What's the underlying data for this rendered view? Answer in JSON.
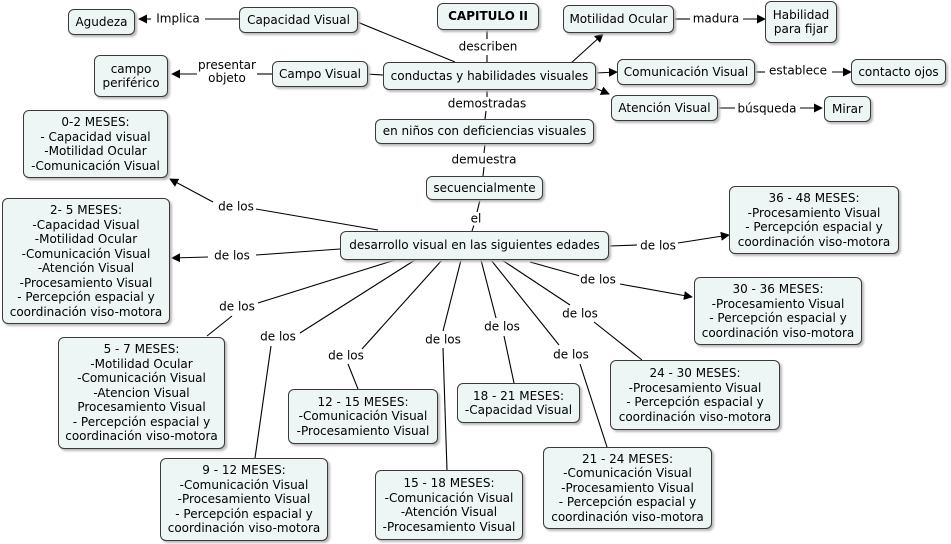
{
  "nodes": {
    "capitulo": [
      "CAPITULO II"
    ],
    "conductas": [
      "conductas y habilidades visuales"
    ],
    "capacidad": [
      "Capacidad Visual"
    ],
    "agudeza": [
      "Agudeza"
    ],
    "campo": [
      "Campo Visual"
    ],
    "periferico": [
      "campo",
      "periférico"
    ],
    "motilidad": [
      "Motilidad Ocular"
    ],
    "habilidad": [
      "Habilidad",
      "para fijar"
    ],
    "comunicacion": [
      "Comunicación Visual"
    ],
    "contacto": [
      "contacto ojos"
    ],
    "atencion": [
      "Atención Visual"
    ],
    "mirar": [
      "Mirar"
    ],
    "ninos": [
      "en niños con deficiencias visuales"
    ],
    "secuencial": [
      "secuencialmente"
    ],
    "desarrollo": [
      "desarrollo visual en las siguientes edades"
    ],
    "m0_2": [
      "0-2 MESES:",
      "- Capacidad visual",
      "-Motilidad Ocular",
      "-Comunicación Visual"
    ],
    "m2_5": [
      "2- 5 MESES:",
      "-Capacidad Visual",
      "-Motilidad Ocular",
      "-Comunicación Visual",
      "-Atención Visual",
      "-Procesamiento Visual",
      "- Percepción espacial y",
      "coordinación viso-motora"
    ],
    "m5_7": [
      "5 - 7 MESES:",
      "-Motilidad Ocular",
      "-Comunicación Visual",
      "-Atencion Visual",
      "Procesamiento Visual",
      "- Percepción espacial y",
      "coordinación viso-motora"
    ],
    "m9_12": [
      "9 - 12  MESES:",
      "-Comunicación Visual",
      "-Procesamiento Visual",
      "- Percepción espacial y",
      "coordinación viso-motora"
    ],
    "m12_15": [
      "12 - 15 MESES:",
      "-Comunicación Visual",
      "-Procesamiento Visual"
    ],
    "m15_18": [
      "15 - 18 MESES:",
      "-Comunicación Visual",
      "-Atención Visual",
      "-Procesamiento Visual"
    ],
    "m18_21": [
      "18 - 21 MESES:",
      "-Capacidad Visual"
    ],
    "m21_24": [
      "21 - 24 MESES:",
      "-Comunicación Visual",
      "-Procesamiento Visual",
      "- Percepción espacial y",
      "coordinación viso-motora"
    ],
    "m24_30": [
      "24 - 30 MESES:",
      "-Procesamiento Visual",
      "- Percepción espacial y",
      "coordinación viso-motora"
    ],
    "m30_36": [
      "30 - 36 MESES:",
      "-Procesamiento Visual",
      "- Percepción espacial y",
      "coordinación viso-motora"
    ],
    "m36_48": [
      "36 - 48 MESES:",
      "-Procesamiento Visual",
      "- Percepción espacial y",
      "coordinación viso-motora"
    ]
  },
  "labels": {
    "describen": [
      "describen"
    ],
    "implica": [
      "Implica"
    ],
    "presentar": [
      "presentar",
      "objeto"
    ],
    "madura": [
      "madura"
    ],
    "establece": [
      "establece"
    ],
    "busqueda": [
      "búsqueda"
    ],
    "demostradas": [
      "demostradas"
    ],
    "demuestra": [
      "demuestra"
    ],
    "el": [
      "el"
    ],
    "delos_0_2": [
      "de los"
    ],
    "delos_2_5": [
      "de los"
    ],
    "delos_5_7": [
      "de los"
    ],
    "delos_9_12": [
      "de los"
    ],
    "delos_12_15": [
      "de los"
    ],
    "delos_15_18": [
      "de los"
    ],
    "delos_18_21": [
      "de los"
    ],
    "delos_21_24": [
      "de los"
    ],
    "delos_24_30": [
      "de los"
    ],
    "delos_30_36": [
      "de los"
    ],
    "delos_36_48": [
      "de los"
    ]
  },
  "colors": {
    "node_fill": "#eef5f5",
    "node_border": "#3a3a3a",
    "connector": "#000000"
  }
}
